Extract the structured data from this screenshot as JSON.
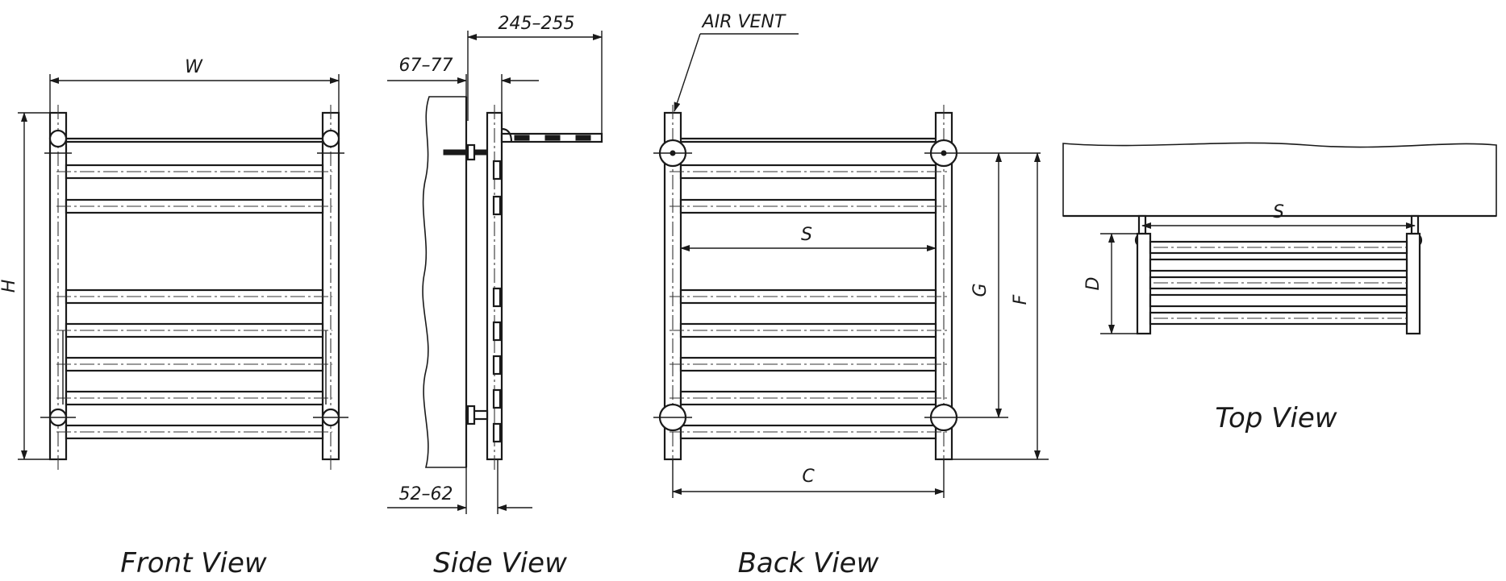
{
  "views": {
    "front": {
      "caption": "Front View",
      "width_label": "W",
      "height_label": "H"
    },
    "side": {
      "caption": "Side View",
      "projection_label": "245–255",
      "top_offset_label": "67–77",
      "bottom_offset_label": "52–62"
    },
    "back": {
      "caption": "Back View",
      "air_vent_label": "AIR VENT",
      "spacing_label": "S",
      "centers_label": "C",
      "g_label": "G",
      "f_label": "F"
    },
    "top": {
      "caption": "Top View",
      "spacing_label": "S",
      "depth_label": "D"
    }
  }
}
